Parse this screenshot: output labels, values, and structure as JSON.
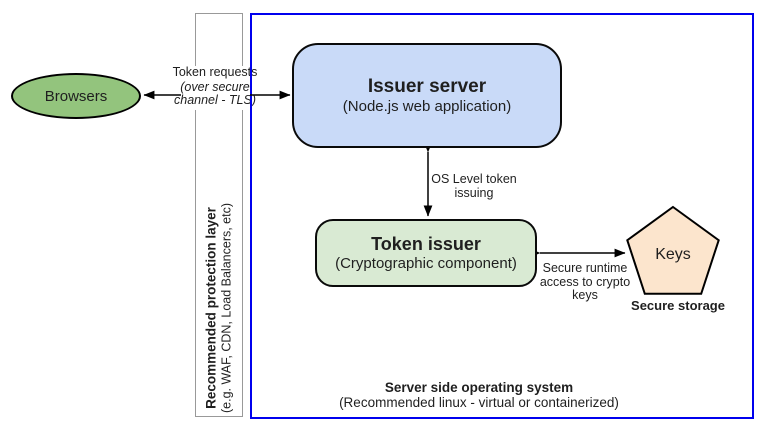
{
  "diagram": {
    "browsers": {
      "label": "Browsers"
    },
    "protection_layer": {
      "title": "Recommended protection layer",
      "subtitle": "(e.g. WAF, CDN, Load Balancers, etc)"
    },
    "issuer_server": {
      "title": "Issuer server",
      "subtitle": "(Node.js web application)"
    },
    "token_issuer": {
      "title": "Token issuer",
      "subtitle": "(Cryptographic component)"
    },
    "keys": {
      "label": "Keys",
      "caption": "Secure storage"
    },
    "operating_system": {
      "title": "Server side operating system",
      "subtitle": "(Recommended linux - virtual or containerized)"
    },
    "arrow_labels": {
      "token_requests": {
        "line1": "Token requests",
        "line2": "(over secure",
        "line3": "channel - TLS)"
      },
      "os_token_issuing": {
        "line1": "OS Level token",
        "line2": "issuing"
      },
      "secure_runtime": {
        "line1": "Secure runtime",
        "line2": "access to crypto",
        "line3": "keys"
      }
    },
    "colors": {
      "browsers_fill": "#93c47d",
      "issuer_server_fill": "#c9daf8",
      "token_issuer_fill": "#d9ead3",
      "keys_fill": "#fce5cd",
      "os_boundary_border": "#0000ee",
      "protection_border": "#999999",
      "arrow_stroke": "#000000"
    }
  }
}
